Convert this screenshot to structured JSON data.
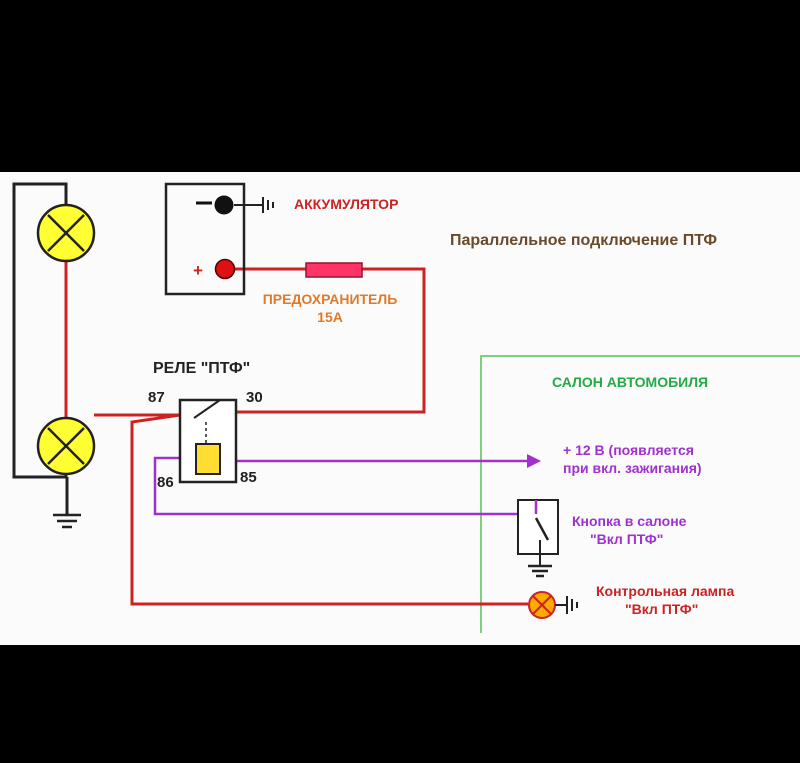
{
  "title": "Параллельное подключение ПТФ",
  "battery": {
    "label": "АККУМУЛЯТОР",
    "minus": "-",
    "plus": "+"
  },
  "fuse": {
    "label_line1": "ПРЕДОХРАНИТЕЛЬ",
    "label_line2": "15А"
  },
  "relay": {
    "label": "РЕЛЕ \"ПТФ\"",
    "pin87": "87",
    "pin30": "30",
    "pin86": "86",
    "pin85": "85"
  },
  "cabin": {
    "label": "САЛОН АВТОМОБИЛЯ"
  },
  "ignition": {
    "line1": "+ 12 В (появляется",
    "line2": "при вкл. зажигания)"
  },
  "button": {
    "line1": "Кнопка в салоне",
    "line2": "\"Вкл ПТФ\""
  },
  "lamp": {
    "line1": "Контрольная лампа",
    "line2": "\"Вкл ПТФ\""
  },
  "colors": {
    "wire_red": "#cc2222",
    "wire_purple": "#a030d0",
    "wire_black": "#222222",
    "cabin_border": "#7ed07e",
    "text_red": "#cc2222",
    "text_orange": "#e07a2a",
    "text_green": "#22aa44",
    "text_purple": "#a030d0",
    "text_dark": "#6a4a2a",
    "lamp_yellow": "#ffff33",
    "lamp_orange": "#ffaa00",
    "fuse_pink": "#ff3366",
    "relay_coil": "#ffdd33"
  }
}
